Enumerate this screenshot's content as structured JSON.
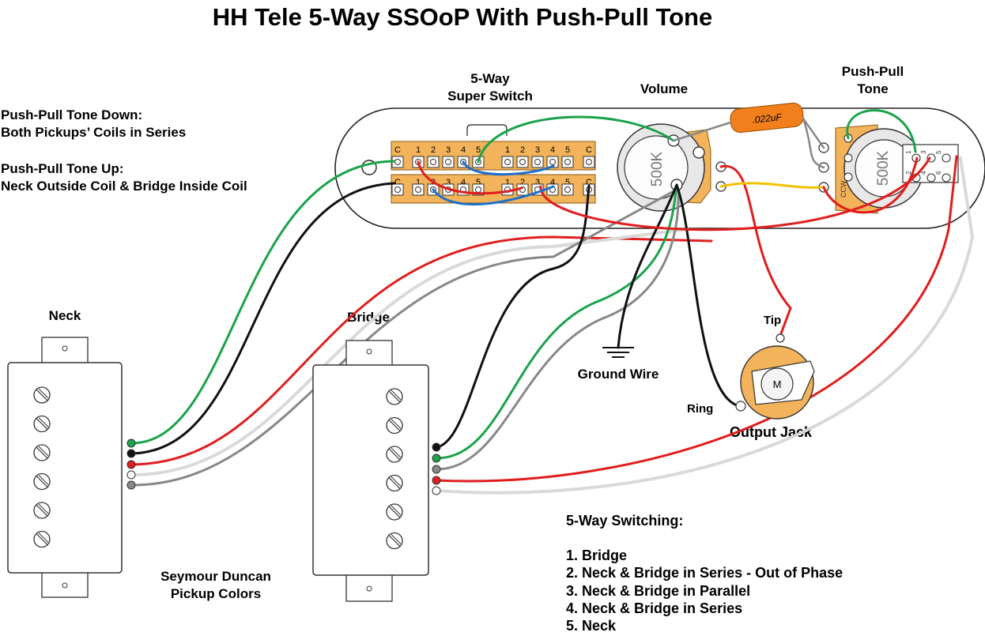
{
  "title": "HH Tele 5-Way SSOoP With Push-Pull Tone",
  "notes": {
    "down_heading": "Push-Pull Tone Down:",
    "down_text": "Both Pickups’ Coils in Series",
    "up_heading": "Push-Pull Tone Up:",
    "up_text": "Neck Outside Coil & Bridge Inside Coil"
  },
  "labels": {
    "switch_line1": "5-Way",
    "switch_line2": "Super Switch",
    "volume": "Volume",
    "tone_line1": "Push-Pull",
    "tone_line2": "Tone",
    "neck": "Neck",
    "bridge": "Bridge",
    "ground": "Ground Wire",
    "tip": "Tip",
    "ring": "Ring",
    "jack": "Output Jack",
    "colors_line1": "Seymour Duncan",
    "colors_line2": "Pickup Colors"
  },
  "components": {
    "pot_value": "500K",
    "cap_value": ".022uF",
    "ccw_label": "CCW",
    "jack_mark": "M",
    "switch_terminals": [
      "C",
      "1",
      "2",
      "3",
      "4",
      "5",
      "1",
      "2",
      "3",
      "4",
      "5",
      "C"
    ],
    "dpdt_pins": [
      "1",
      "2",
      "3",
      "4",
      "5",
      "6"
    ]
  },
  "switching": {
    "heading": "5-Way Switching:",
    "positions": [
      "1. Bridge",
      "2. Neck & Bridge in Series - Out of Phase",
      "3. Neck & Bridge in Parallel",
      "4. Neck & Bridge in Series",
      "5. Neck"
    ]
  },
  "wire_colors": {
    "green": "#1aa34a",
    "black": "#111111",
    "red": "#e01e1e",
    "white": "#d9d9d9",
    "bare": "#888888",
    "yellow": "#f2c200",
    "blue": "#1e6fc9",
    "terminal_bg": "#f2b35a",
    "cap": "#f07f1c"
  }
}
